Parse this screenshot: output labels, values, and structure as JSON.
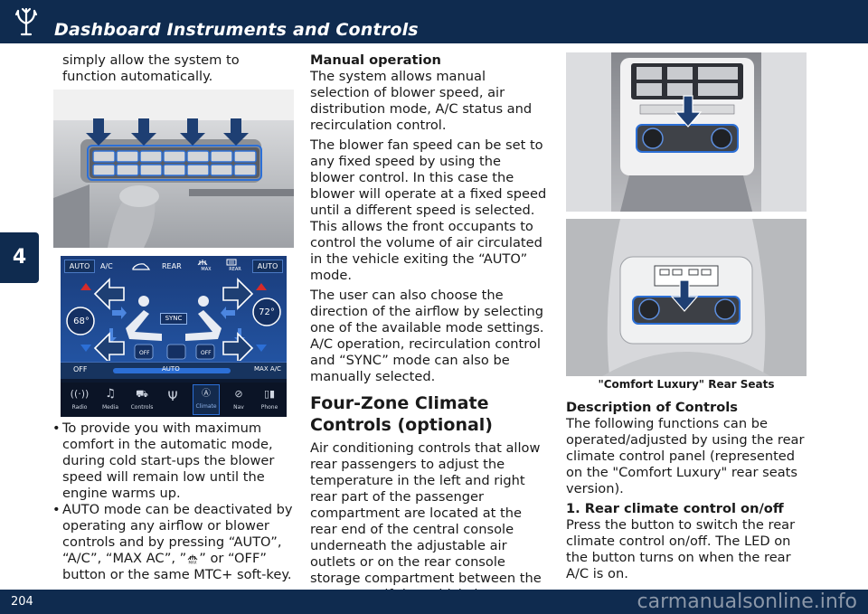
{
  "header": {
    "title": "Dashboard Instruments and Controls"
  },
  "chapter": "4",
  "page_number": "204",
  "watermark": "carmanualsonline.info",
  "col1": {
    "intro": "simply allow the system to function automatically.",
    "bullets": [
      {
        "pre": "To provide you with maximum comfort in the automatic mode, during cold start-ups the blower speed will remain low until the engine warms up.",
        "post": ""
      },
      {
        "pre": "AUTO mode can be deactivated by operating any airflow or blower controls and by pressing “AUTO”, “A/C”, “MAX AC”, ”",
        "post": "” or “OFF” button or the same MTC+ soft-key."
      }
    ]
  },
  "screen": {
    "auto_left": "AUTO",
    "ac": "A/C",
    "rear": "REAR",
    "max": "MAX",
    "rear_small": "REAR",
    "auto_right": "AUTO",
    "temp_left": "68°",
    "temp_right": "72°",
    "sync": "SYNC",
    "off1": "OFF",
    "off2": "OFF",
    "off_bottom": "OFF",
    "auto_bottom": "AUTO",
    "max_ac": "MAX A/C",
    "nav": [
      "Radio",
      "Media",
      "Controls",
      "Climate",
      "Nav",
      "Phone"
    ]
  },
  "col2": {
    "manual_heading": "Manual operation",
    "paragraphs": [
      "The system allows manual selection of blower speed, air distribution mode, A/C status and recirculation control.",
      "The blower fan speed can be set to any fixed speed by using the blower control. In this case the blower will operate at a fixed speed until a different speed is selected. This allows the front occupants to control the volume of air circulated in the vehicle exiting the “AUTO” mode.",
      "The user can also choose the direction of the airflow by selecting one of the available mode settings. A/C operation, recirculation control and “SYNC” mode can also be manually selected."
    ],
    "four_zone_heading": "Four-Zone Climate Controls (optional)",
    "four_zone_text": "Air conditioning controls that allow rear passengers to adjust the temperature in the left and right rear part of the passenger compartment are located at the rear end of the central console underneath the adjustable air outlets or on the rear console storage compartment between the rear seats, if the vehicle is equipped with “Comfort Luxury” seats."
  },
  "col3": {
    "caption": "\"Comfort Luxury\" Rear Seats",
    "desc_heading": "Description of Controls",
    "desc_text": "The following functions can be operated/adjusted by using the rear climate control panel (represented on the \"Comfort Luxury\" rear seats version).",
    "item1_heading": "1. Rear climate control on/off",
    "item1_text": "Press the button to switch the rear climate control on/off. The LED on the button turns on when the rear A/C is on."
  },
  "colors": {
    "navy": "#0f2b4f",
    "screen_blue": "#1d4f9a",
    "arrow_navy": "#1e3f73",
    "arrow_red": "#d62b2b"
  }
}
